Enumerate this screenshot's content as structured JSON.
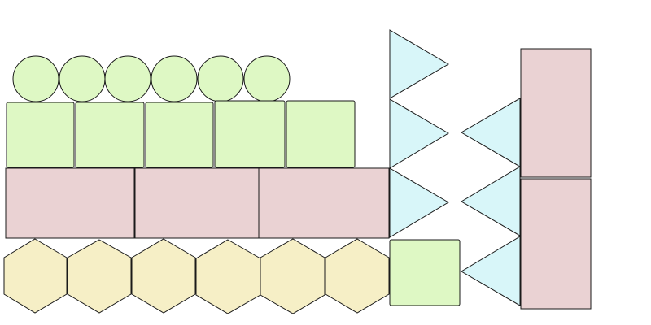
{
  "colors": {
    "green": "#def8c4",
    "pink": "#ead2d3",
    "yellow": "#f6efc6",
    "cyan": "#d8f6f9",
    "stroke": "#1a1a1a"
  },
  "legend": {
    "circle": "circle-shape",
    "square": "square-shape",
    "rectangle": "rectangle-shape",
    "hexagon": "hexagon-shape",
    "triangle": "triangle-shape"
  }
}
